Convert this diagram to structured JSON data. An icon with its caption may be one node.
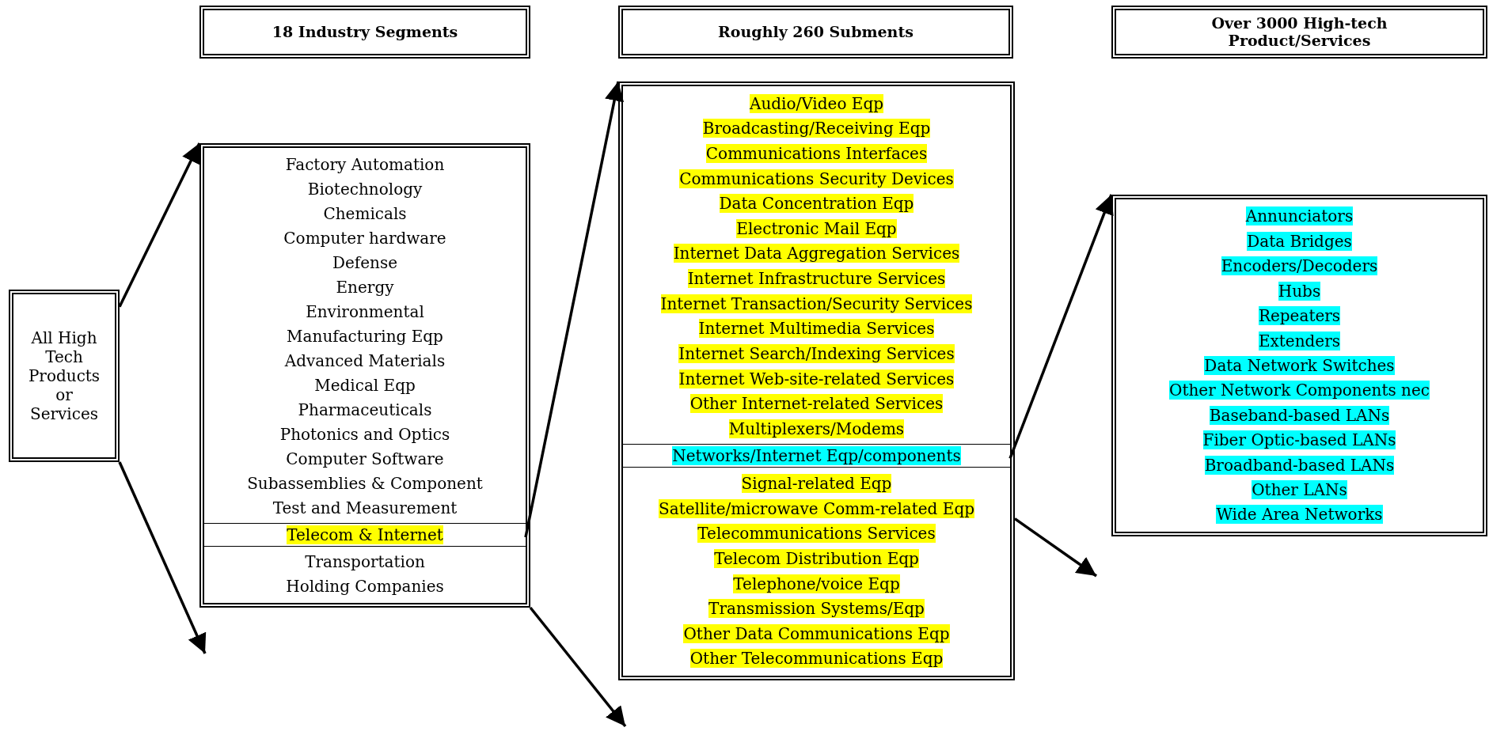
{
  "diagram": {
    "nodes": [
      {
        "text": [
          "18 Industry Segments"
        ]
      },
      {
        "text": [
          "Roughly 260 Subments"
        ]
      },
      {
        "text": [
          "Over 3000 High-tech Product/Services"
        ]
      },
      {
        "text": [
          "All High Tech Products or Services"
        ]
      },
      {
        "text": [],
        "shape": "box"
      },
      {
        "text": [
          "Factory Automation"
        ],
        "in": 4
      },
      {
        "text": [
          "Biotechnology"
        ],
        "in": 4
      },
      {
        "text": [
          "Chemicals"
        ],
        "in": 4
      },
      {
        "text": [
          "Computer hardware"
        ],
        "in": 4
      },
      {
        "text": [
          "Defense"
        ],
        "in": 4
      },
      {
        "text": [
          "Energy"
        ],
        "in": 4
      },
      {
        "text": [
          "Environmental"
        ],
        "in": 4
      },
      {
        "text": [
          "Manufacturing Eqp"
        ],
        "in": 4
      },
      {
        "text": [
          "Advanced Materials"
        ],
        "in": 4
      },
      {
        "text": [
          "Medical Eqp"
        ],
        "in": 4
      },
      {
        "text": [
          "Pharmaceuticals"
        ],
        "in": 4
      },
      {
        "text": [
          "Photonics and Optics"
        ],
        "in": 4
      },
      {
        "text": [
          "Computer Software"
        ],
        "in": 4
      },
      {
        "text": [
          "Subassemblies & Component"
        ],
        "in": 4
      },
      {
        "text": [
          "Test and Measurement"
        ],
        "in": 4
      },
      {
        "text": [
          "Telecom & Internet"
        ],
        "in": 4
      },
      {
        "text": [
          "Transportation"
        ],
        "in": 4
      },
      {
        "text": [
          "Holding Companies"
        ],
        "in": 4
      },
      {
        "text": [],
        "shape": "box"
      },
      {
        "text": [
          "Audio/Video Eqp"
        ],
        "in": 23
      },
      {
        "text": [
          "Broadcasting/Receiving Eqp"
        ],
        "in": 23
      },
      {
        "text": [
          "Communications Interfaces"
        ],
        "in": 23
      },
      {
        "text": [
          "Communications Security Devices"
        ],
        "in": 23
      },
      {
        "text": [
          "Data Concentration Eqp"
        ],
        "in": 23
      },
      {
        "text": [
          "Electronic Mail Eqp"
        ],
        "in": 23
      },
      {
        "text": [
          "Internet Data Aggregation Services"
        ],
        "in": 23
      },
      {
        "text": [
          "Internet Infrastructure Services"
        ],
        "in": 23
      },
      {
        "text": [
          "Internet Transaction/Security Services"
        ],
        "in": 23
      },
      {
        "text": [
          "Internet Multimedia Services"
        ],
        "in": 23
      },
      {
        "text": [
          "Internet Search/Indexing Services"
        ],
        "in": 23
      },
      {
        "text": [
          "Internet Web-site-related Services"
        ],
        "in": 23
      },
      {
        "text": [
          "Other Internet-related Services"
        ],
        "in": 23
      },
      {
        "text": [
          "Multiplexers/Modems"
        ],
        "in": 23
      },
      {
        "text": [
          "Networks/Internet Eqp/components"
        ],
        "in": 23
      },
      {
        "text": [
          "Signal-related Eqp"
        ],
        "in": 23
      },
      {
        "text": [
          "Satellite/microwave Comm-related Eqp"
        ],
        "in": 23
      },
      {
        "text": [
          "Telecommunications Services"
        ],
        "in": 23
      },
      {
        "text": [
          "Telecom Distribution Eqp"
        ],
        "in": 23
      },
      {
        "text": [
          "Telephone/voice Eqp"
        ],
        "in": 23
      },
      {
        "text": [
          "Transmission Systems/Eqp"
        ],
        "in": 23
      },
      {
        "text": [
          "Other Data Communications Eqp"
        ],
        "in": 23
      },
      {
        "text": [
          "Other Telecommunications Eqp"
        ],
        "in": 23
      },
      {
        "text": [],
        "shape": "box"
      },
      {
        "text": [
          "Annunciators"
        ],
        "in": 47
      },
      {
        "text": [
          "Data Bridges"
        ],
        "in": 47
      },
      {
        "text": [
          "Encoders/Decoders"
        ],
        "in": 47
      },
      {
        "text": [
          "Hubs"
        ],
        "in": 47
      },
      {
        "text": [
          "Repeaters"
        ],
        "in": 47
      },
      {
        "text": [
          "Extenders"
        ],
        "in": 47
      },
      {
        "text": [
          "Data Network Switches"
        ],
        "in": 47
      },
      {
        "text": [
          "Other Network Components nec"
        ],
        "in": 47
      },
      {
        "text": [
          "Baseband-based LANs"
        ],
        "in": 47
      },
      {
        "text": [
          "Fiber Optic-based LANs"
        ],
        "in": 47
      },
      {
        "text": [
          "Broadband-based LANs"
        ],
        "in": 47
      },
      {
        "text": [
          "Other LANs"
        ],
        "in": 47
      },
      {
        "text": [
          "Wide Area Networks"
        ],
        "in": 47
      }
    ],
    "edges": [
      {
        "from": 3,
        "to": 4,
        "arrow": "to"
      },
      {
        "from": 3,
        "to": null,
        "arrow": "to"
      },
      {
        "from": 20,
        "to": 23,
        "arrow": "to"
      },
      {
        "from": 4,
        "to": null,
        "arrow": "to"
      },
      {
        "from": 38,
        "to": 47,
        "arrow": "to"
      },
      {
        "from": 23,
        "to": null,
        "arrow": "to"
      }
    ]
  }
}
